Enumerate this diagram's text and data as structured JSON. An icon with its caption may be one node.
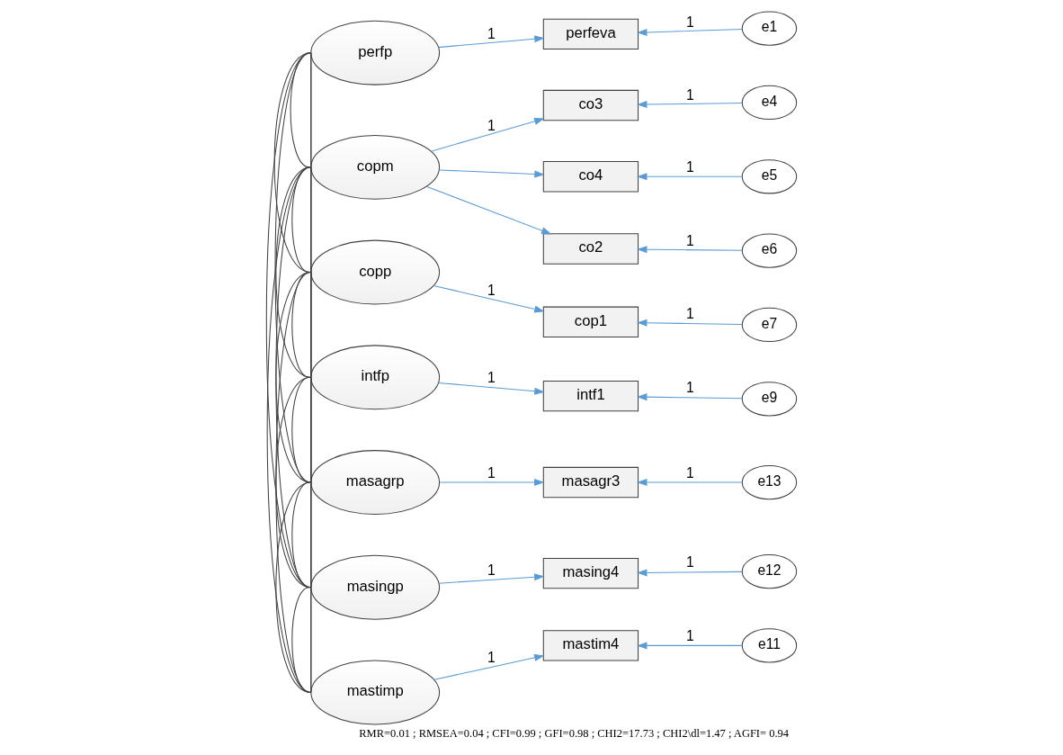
{
  "diagram": {
    "caption": "RMR=0.01 ; RMSEA=0.04 ; CFI=0.99 ; GFI=0.98 ; CHI2=17.73 ; CHI2\\dl=1.47 ; AGFI= 0.94",
    "nodes": [
      {
        "text": [
          "perfp"
        ]
      },
      {
        "text": [
          "copm"
        ]
      },
      {
        "text": [
          "copp"
        ]
      },
      {
        "text": [
          "intfp"
        ]
      },
      {
        "text": [
          "masagrp"
        ]
      },
      {
        "text": [
          "masingp"
        ]
      },
      {
        "text": [
          "mastimp"
        ]
      },
      {
        "text": [
          "perfeva"
        ]
      },
      {
        "text": [
          "co3"
        ]
      },
      {
        "text": [
          "co4"
        ]
      },
      {
        "text": [
          "co2"
        ]
      },
      {
        "text": [
          "cop1"
        ]
      },
      {
        "text": [
          "intf1"
        ]
      },
      {
        "text": [
          "masagr3"
        ]
      },
      {
        "text": [
          "masing4"
        ]
      },
      {
        "text": [
          "mastim4"
        ]
      },
      {
        "text": [
          "e1"
        ]
      },
      {
        "text": [
          "e4"
        ]
      },
      {
        "text": [
          "e5"
        ]
      },
      {
        "text": [
          "e6"
        ]
      },
      {
        "text": [
          "e7"
        ]
      },
      {
        "text": [
          "e9"
        ]
      },
      {
        "text": [
          "e13"
        ]
      },
      {
        "text": [
          "e12"
        ]
      },
      {
        "text": [
          "e11"
        ]
      }
    ],
    "edges": [
      {
        "from": 0,
        "to": 7,
        "arrow": "to",
        "label": "1",
        "color": "#5b9bd5"
      },
      {
        "from": 1,
        "to": 8,
        "arrow": "to",
        "label": "1",
        "color": "#5b9bd5"
      },
      {
        "from": 1,
        "to": 9,
        "arrow": "to",
        "color": "#5b9bd5"
      },
      {
        "from": 1,
        "to": 10,
        "arrow": "to",
        "color": "#5b9bd5"
      },
      {
        "from": 2,
        "to": 11,
        "arrow": "to",
        "label": "1",
        "color": "#5b9bd5"
      },
      {
        "from": 3,
        "to": 12,
        "arrow": "to",
        "label": "1",
        "color": "#5b9bd5"
      },
      {
        "from": 4,
        "to": 13,
        "arrow": "to",
        "label": "1",
        "color": "#5b9bd5"
      },
      {
        "from": 5,
        "to": 14,
        "arrow": "to",
        "label": "1",
        "color": "#5b9bd5"
      },
      {
        "from": 6,
        "to": 15,
        "arrow": "to",
        "label": "1",
        "color": "#5b9bd5"
      },
      {
        "from": 16,
        "to": 7,
        "arrow": "to",
        "label": "1",
        "color": "#5b9bd5"
      },
      {
        "from": 17,
        "to": 8,
        "arrow": "to",
        "label": "1",
        "color": "#5b9bd5"
      },
      {
        "from": 18,
        "to": 9,
        "arrow": "to",
        "label": "1",
        "color": "#5b9bd5"
      },
      {
        "from": 19,
        "to": 10,
        "arrow": "to",
        "label": "1",
        "color": "#5b9bd5"
      },
      {
        "from": 20,
        "to": 11,
        "arrow": "to",
        "label": "1",
        "color": "#5b9bd5"
      },
      {
        "from": 21,
        "to": 12,
        "arrow": "to",
        "label": "1",
        "color": "#5b9bd5"
      },
      {
        "from": 22,
        "to": 13,
        "arrow": "to",
        "label": "1",
        "color": "#5b9bd5"
      },
      {
        "from": 23,
        "to": 14,
        "arrow": "to",
        "label": "1",
        "color": "#5b9bd5"
      },
      {
        "from": 24,
        "to": 15,
        "arrow": "to",
        "label": "1",
        "color": "#5b9bd5"
      },
      {
        "from": 0,
        "to": 1,
        "arrow": "none"
      },
      {
        "from": 0,
        "to": 2,
        "arrow": "none"
      },
      {
        "from": 0,
        "to": 3,
        "arrow": "none"
      },
      {
        "from": 0,
        "to": 4,
        "arrow": "none"
      },
      {
        "from": 0,
        "to": 5,
        "arrow": "none"
      },
      {
        "from": 0,
        "to": 6,
        "arrow": "none"
      },
      {
        "from": 1,
        "to": 2,
        "arrow": "none"
      },
      {
        "from": 1,
        "to": 3,
        "arrow": "none"
      },
      {
        "from": 1,
        "to": 4,
        "arrow": "none"
      },
      {
        "from": 1,
        "to": 5,
        "arrow": "none"
      },
      {
        "from": 1,
        "to": 6,
        "arrow": "none"
      },
      {
        "from": 2,
        "to": 3,
        "arrow": "none"
      },
      {
        "from": 2,
        "to": 4,
        "arrow": "none"
      },
      {
        "from": 2,
        "to": 5,
        "arrow": "none"
      },
      {
        "from": 2,
        "to": 6,
        "arrow": "none"
      },
      {
        "from": 3,
        "to": 4,
        "arrow": "none"
      },
      {
        "from": 3,
        "to": 5,
        "arrow": "none"
      },
      {
        "from": 3,
        "to": 6,
        "arrow": "none"
      },
      {
        "from": 4,
        "to": 5,
        "arrow": "none"
      },
      {
        "from": 4,
        "to": 6,
        "arrow": "none"
      },
      {
        "from": 5,
        "to": 6,
        "arrow": "none"
      }
    ]
  }
}
